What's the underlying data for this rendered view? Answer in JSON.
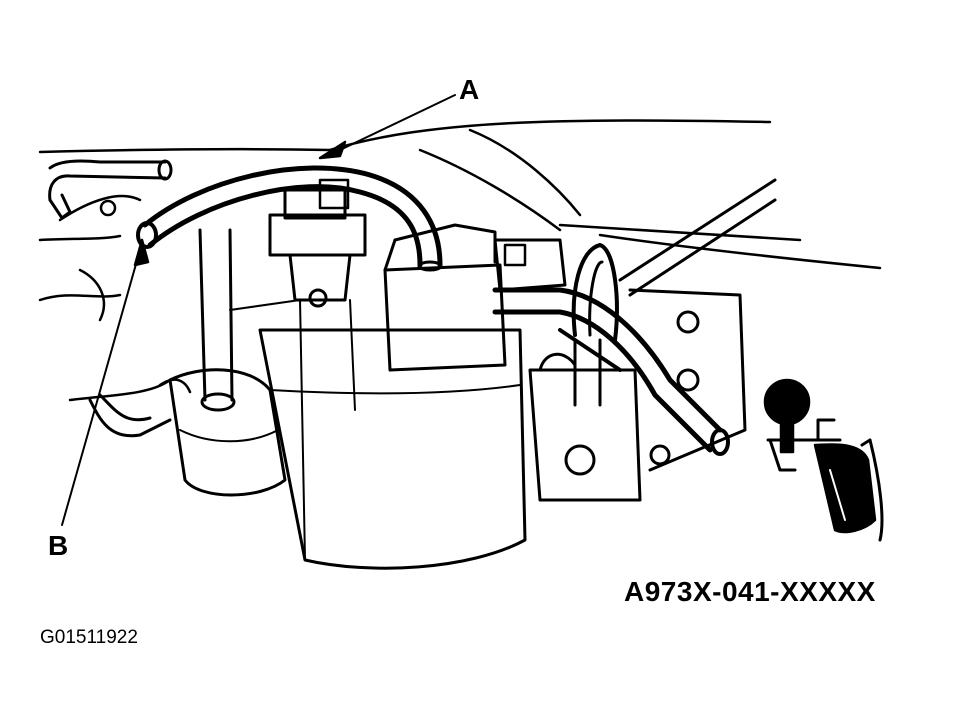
{
  "labels": {
    "a": "A",
    "b": "B"
  },
  "part_code": "A973X-041-XXXXX",
  "figure_id": "G01511922",
  "colors": {
    "ink": "#000000",
    "paper": "#ffffff"
  }
}
